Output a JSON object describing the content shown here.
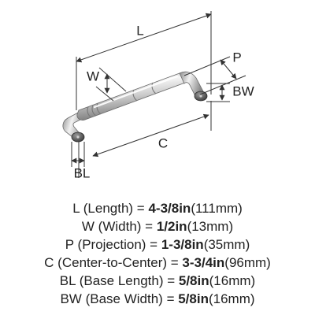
{
  "dimension_labels": {
    "L": "L",
    "W": "W",
    "P": "P",
    "BW": "BW",
    "C": "C",
    "BL": "BL"
  },
  "specs": [
    {
      "abbr": "L",
      "name": "(Length)",
      "eq": " = ",
      "value": "4-3/8in",
      "metric": "(111mm)"
    },
    {
      "abbr": "W",
      "name": "(Width)",
      "eq": " = ",
      "value": "1/2in",
      "metric": "(13mm)"
    },
    {
      "abbr": "P",
      "name": "(Projection)",
      "eq": " = ",
      "value": "1-3/8in",
      "metric": "(35mm)"
    },
    {
      "abbr": "C",
      "name": "(Center-to-Center)",
      "eq": " = ",
      "value": "3-3/4in",
      "metric": "(96mm)"
    },
    {
      "abbr": "BL",
      "name": "(Base Length)",
      "eq": " = ",
      "value": "5/8in",
      "metric": "(16mm)"
    },
    {
      "abbr": "BW",
      "name": "(Base Width)",
      "eq": " = ",
      "value": "5/8in",
      "metric": "(16mm)"
    }
  ],
  "colors": {
    "line": "#333333",
    "metal_light": "#f4f4f4",
    "metal_mid": "#c4c4c4",
    "metal_dark": "#7a7a7a",
    "base_dark": "#4a4a4a"
  }
}
